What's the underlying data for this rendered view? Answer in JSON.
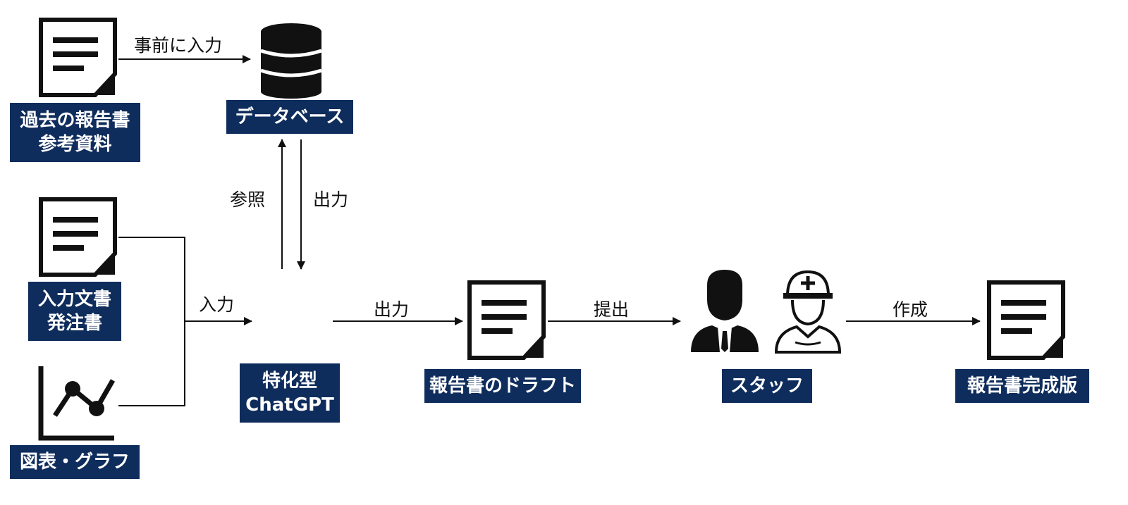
{
  "nodes": {
    "past_reports": {
      "line1": "過去の報告書",
      "line2": "参考資料",
      "icon": "document-icon"
    },
    "database": {
      "label": "データベース",
      "icon": "database-icon"
    },
    "input_docs": {
      "line1": "入力文書",
      "line2": "発注書",
      "icon": "document-icon"
    },
    "charts": {
      "label": "図表・グラフ",
      "icon": "line-chart-icon"
    },
    "chatgpt": {
      "line1": "特化型",
      "line2": "ChatGPT",
      "icon": "chatgpt-logo-icon",
      "color": "#10a37f"
    },
    "draft": {
      "label": "報告書のドラフト",
      "icon": "document-icon"
    },
    "staff": {
      "label": "スタッフ",
      "icons": [
        "businessman-icon",
        "hardhat-worker-icon"
      ]
    },
    "final": {
      "label": "報告書完成版",
      "icon": "document-icon"
    }
  },
  "edges": {
    "pre_input": "事前に入力",
    "reference": "参照",
    "db_output": "出力",
    "input": "入力",
    "gpt_output": "出力",
    "submit": "提出",
    "create": "作成"
  },
  "colors": {
    "label_bg": "#0f2d5c",
    "label_text": "#ffffff",
    "line": "#111111"
  }
}
